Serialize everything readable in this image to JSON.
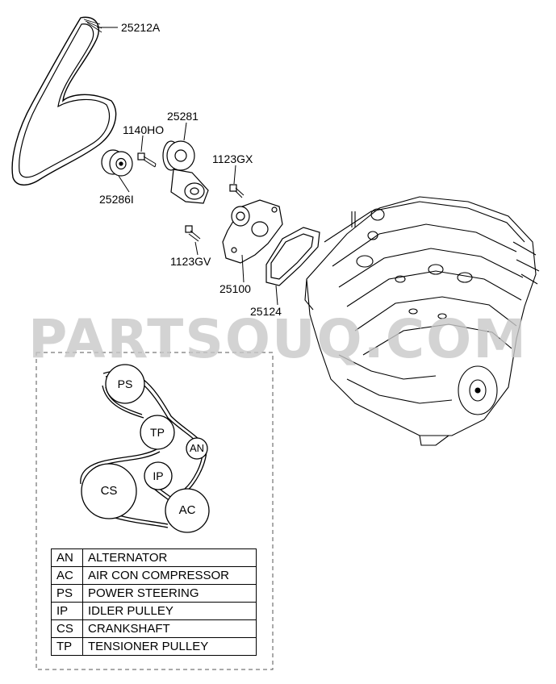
{
  "parts": [
    {
      "id": "belt",
      "label": "25212A"
    },
    {
      "id": "tensioner",
      "label": "25281"
    },
    {
      "id": "bolt_ho",
      "label": "1140HO"
    },
    {
      "id": "bolt_gx",
      "label": "1123GX"
    },
    {
      "id": "idler",
      "label": "25286I"
    },
    {
      "id": "bolt_gv",
      "label": "1123GV"
    },
    {
      "id": "water_pump",
      "label": "25100"
    },
    {
      "id": "gasket",
      "label": "25124"
    }
  ],
  "watermark": "PARTSOUQ.COM",
  "pulleys": [
    {
      "code": "PS"
    },
    {
      "code": "TP"
    },
    {
      "code": "AN"
    },
    {
      "code": "IP"
    },
    {
      "code": "CS"
    },
    {
      "code": "AC"
    }
  ],
  "legend": [
    {
      "code": "AN",
      "name": "ALTERNATOR"
    },
    {
      "code": "AC",
      "name": "AIR CON COMPRESSOR"
    },
    {
      "code": "PS",
      "name": "POWER STEERING"
    },
    {
      "code": "IP",
      "name": "IDLER PULLEY"
    },
    {
      "code": "CS",
      "name": "CRANKSHAFT"
    },
    {
      "code": "TP",
      "name": "TENSIONER PULLEY"
    }
  ]
}
